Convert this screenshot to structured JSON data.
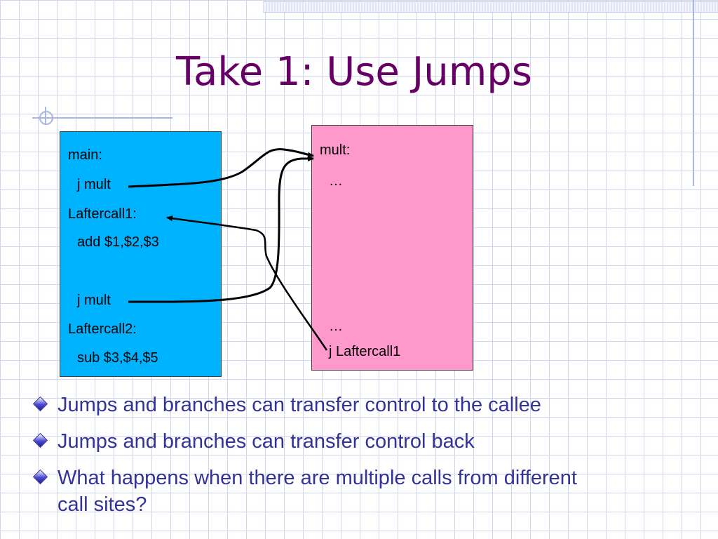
{
  "slide": {
    "title": "Take 1: Use Jumps"
  },
  "main_block": {
    "lines": [
      "main:",
      "j mult",
      "Laftercall1:",
      "add $1,$2,$3",
      "j mult",
      "Laftercall2:",
      "sub $3,$4,$5"
    ]
  },
  "mult_block": {
    "lines": [
      "mult:",
      "…",
      "…",
      "j Laftercall1"
    ]
  },
  "bullets": [
    "Jumps and branches can transfer control to the callee",
    "Jumps and branches can transfer control back",
    "What happens when there are multiple calls from different call sites?"
  ],
  "colors": {
    "title": "#660066",
    "main_block_fill": "#00b3ff",
    "mult_block_fill": "#ff99cc",
    "bullet_text": "#33339a",
    "grid": "#cfd6ee"
  },
  "icons": {
    "bullet": "diamond-bullet-icon"
  }
}
